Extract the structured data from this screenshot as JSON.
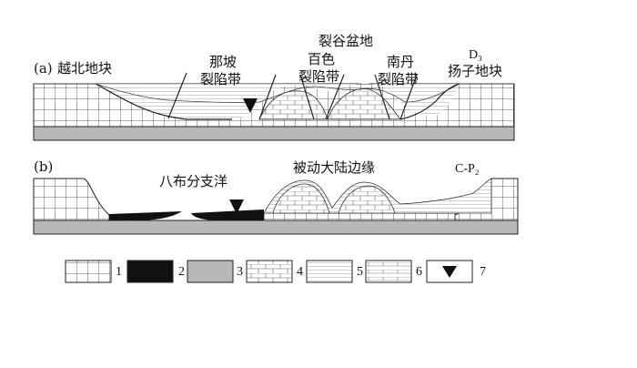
{
  "panel_a": {
    "tag": "(a)",
    "left_block": "越北地块",
    "napo_line1": "那坡",
    "napo_line2": "裂陷带",
    "rift_basin": "裂谷盆地",
    "baise_line1": "百色",
    "baise_line2": "裂陷带",
    "nandan_line1": "南丹",
    "nandan_line2": "裂陷带",
    "age": "D₃",
    "right_block": "扬子地块"
  },
  "panel_b": {
    "tag": "(b)",
    "babu": "八布分支洋",
    "margin": "被动大陆边缘",
    "age": "C-P₂"
  },
  "legend": {
    "items": [
      {
        "num": "1",
        "pattern": "brick-grid"
      },
      {
        "num": "2",
        "pattern": "black-fill"
      },
      {
        "num": "3",
        "pattern": "gray-fill"
      },
      {
        "num": "4",
        "pattern": "limestone-brick"
      },
      {
        "num": "5",
        "pattern": "horizontal-lines"
      },
      {
        "num": "6",
        "pattern": "brick-with-lines"
      },
      {
        "num": "7",
        "pattern": "black-triangle"
      }
    ]
  },
  "colors": {
    "basement": "#b8b8b8",
    "ocean": "#111111",
    "line": "#222222"
  }
}
